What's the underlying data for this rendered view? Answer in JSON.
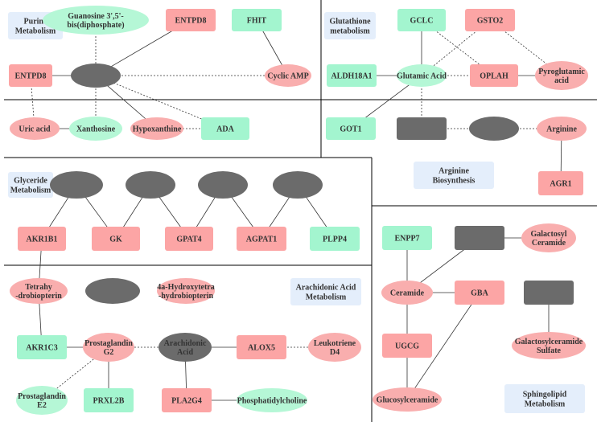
{
  "colors": {
    "protein": "#fca5a5",
    "protein_green": "#a3f5cf",
    "metabolite": "#f9aeae",
    "metabolite_green": "#b5f7d6",
    "unknown": "#6b6b6b",
    "module_bg": "#e4eefb"
  },
  "modules": [
    {
      "id": "purine",
      "lines": [
        "Purine",
        "Metabolism"
      ]
    },
    {
      "id": "glutathione",
      "lines": [
        "Glutathione",
        "metabolism"
      ]
    },
    {
      "id": "arginine",
      "lines": [
        "Arginine",
        "Biosynthesis"
      ]
    },
    {
      "id": "glyceride",
      "lines": [
        "Glyceride",
        "Metabolism"
      ]
    },
    {
      "id": "arachidonic",
      "lines": [
        "Arachidonic Acid",
        "Metabolism"
      ]
    },
    {
      "id": "sphingolipid",
      "lines": [
        "Sphingolipid",
        "Metabolism"
      ]
    }
  ],
  "nodes": [
    {
      "id": "guanosine",
      "lines": [
        "Guanosine 3',5'-",
        "bis(diphosphate)"
      ],
      "shape": "ellipse",
      "color": "green"
    },
    {
      "id": "entpd8_top",
      "lines": [
        "ENTPD8"
      ],
      "shape": "rect",
      "color": "red"
    },
    {
      "id": "fhit",
      "lines": [
        "FHIT"
      ],
      "shape": "rect",
      "color": "green"
    },
    {
      "id": "entpd8_left",
      "lines": [
        "ENTPD8"
      ],
      "shape": "rect",
      "color": "red"
    },
    {
      "id": "purine_hub",
      "lines": [],
      "shape": "ellipse",
      "color": "grey"
    },
    {
      "id": "cyclic_amp",
      "lines": [
        "Cyclic AMP"
      ],
      "shape": "ellipse",
      "color": "red"
    },
    {
      "id": "uric_acid",
      "lines": [
        "Uric acid"
      ],
      "shape": "ellipse",
      "color": "red"
    },
    {
      "id": "xanthosine",
      "lines": [
        "Xanthosine"
      ],
      "shape": "ellipse",
      "color": "green"
    },
    {
      "id": "hypoxanthine",
      "lines": [
        "Hypoxanthine"
      ],
      "shape": "ellipse",
      "color": "red"
    },
    {
      "id": "ada",
      "lines": [
        "ADA"
      ],
      "shape": "rect",
      "color": "green"
    },
    {
      "id": "gclc",
      "lines": [
        "GCLC"
      ],
      "shape": "rect",
      "color": "green"
    },
    {
      "id": "gsto2",
      "lines": [
        "GSTO2"
      ],
      "shape": "rect",
      "color": "red"
    },
    {
      "id": "aldh18a1",
      "lines": [
        "ALDH18A1"
      ],
      "shape": "rect",
      "color": "green"
    },
    {
      "id": "glutamic",
      "lines": [
        "Glutamic Acid"
      ],
      "shape": "ellipse",
      "color": "green"
    },
    {
      "id": "oplah",
      "lines": [
        "OPLAH"
      ],
      "shape": "rect",
      "color": "red"
    },
    {
      "id": "pyroglutamic",
      "lines": [
        "Pyroglutamic",
        "acid"
      ],
      "shape": "ellipse",
      "color": "red"
    },
    {
      "id": "got1",
      "lines": [
        "GOT1"
      ],
      "shape": "rect",
      "color": "green"
    },
    {
      "id": "arg_box",
      "lines": [],
      "shape": "rect",
      "color": "grey"
    },
    {
      "id": "arg_ellipse",
      "lines": [],
      "shape": "ellipse",
      "color": "grey"
    },
    {
      "id": "arginine",
      "lines": [
        "Arginine"
      ],
      "shape": "ellipse",
      "color": "red"
    },
    {
      "id": "agr1",
      "lines": [
        "AGR1"
      ],
      "shape": "rect",
      "color": "red"
    },
    {
      "id": "gly_e1",
      "lines": [],
      "shape": "ellipse",
      "color": "grey"
    },
    {
      "id": "gly_e2",
      "lines": [],
      "shape": "ellipse",
      "color": "grey"
    },
    {
      "id": "gly_e3",
      "lines": [],
      "shape": "ellipse",
      "color": "grey"
    },
    {
      "id": "gly_e4",
      "lines": [],
      "shape": "ellipse",
      "color": "grey"
    },
    {
      "id": "akr1b1",
      "lines": [
        "AKR1B1"
      ],
      "shape": "rect",
      "color": "red"
    },
    {
      "id": "gk",
      "lines": [
        "GK"
      ],
      "shape": "rect",
      "color": "red"
    },
    {
      "id": "gpat4",
      "lines": [
        "GPAT4"
      ],
      "shape": "rect",
      "color": "red"
    },
    {
      "id": "agpat1",
      "lines": [
        "AGPAT1"
      ],
      "shape": "rect",
      "color": "red"
    },
    {
      "id": "plpp4",
      "lines": [
        "PLPP4"
      ],
      "shape": "rect",
      "color": "green"
    },
    {
      "id": "tetrahy",
      "lines": [
        "Tetrahy",
        "-drobiopterin"
      ],
      "shape": "ellipse",
      "color": "red"
    },
    {
      "id": "aa_grey",
      "lines": [],
      "shape": "ellipse",
      "color": "grey"
    },
    {
      "id": "hydroxy",
      "lines": [
        "4a-Hydroxytetra",
        "-hydrobiopterin"
      ],
      "shape": "ellipse",
      "color": "red"
    },
    {
      "id": "akr1c3",
      "lines": [
        "AKR1C3"
      ],
      "shape": "rect",
      "color": "green"
    },
    {
      "id": "pgg2",
      "lines": [
        "Prostaglandin",
        "G2"
      ],
      "shape": "ellipse",
      "color": "red"
    },
    {
      "id": "arachidonic",
      "lines": [
        "Arachidonic",
        "Acid"
      ],
      "shape": "ellipse",
      "color": "grey"
    },
    {
      "id": "alox5",
      "lines": [
        "ALOX5"
      ],
      "shape": "rect",
      "color": "red"
    },
    {
      "id": "ltd4",
      "lines": [
        "Leukotriene",
        "D4"
      ],
      "shape": "ellipse",
      "color": "red"
    },
    {
      "id": "pge2",
      "lines": [
        "Prostaglandin",
        "E2"
      ],
      "shape": "ellipse",
      "color": "green"
    },
    {
      "id": "prxl2b",
      "lines": [
        "PRXL2B"
      ],
      "shape": "rect",
      "color": "green"
    },
    {
      "id": "pla2g4",
      "lines": [
        "PLA2G4"
      ],
      "shape": "rect",
      "color": "red"
    },
    {
      "id": "pc",
      "lines": [
        "Phosphatidylcholine"
      ],
      "shape": "ellipse",
      "color": "green"
    },
    {
      "id": "enpp7",
      "lines": [
        "ENPP7"
      ],
      "shape": "rect",
      "color": "green"
    },
    {
      "id": "sph_box1",
      "lines": [],
      "shape": "rect",
      "color": "grey"
    },
    {
      "id": "galcer",
      "lines": [
        "Galactosyl",
        "Ceramide"
      ],
      "shape": "ellipse",
      "color": "red"
    },
    {
      "id": "ceramide",
      "lines": [
        "Ceramide"
      ],
      "shape": "ellipse",
      "color": "red"
    },
    {
      "id": "gba",
      "lines": [
        "GBA"
      ],
      "shape": "rect",
      "color": "red"
    },
    {
      "id": "sph_box2",
      "lines": [],
      "shape": "rect",
      "color": "grey"
    },
    {
      "id": "ugcg",
      "lines": [
        "UGCG"
      ],
      "shape": "rect",
      "color": "red"
    },
    {
      "id": "galsulf",
      "lines": [
        "Galactosylceramide",
        "Sulfate"
      ],
      "shape": "ellipse",
      "color": "red"
    },
    {
      "id": "glccer",
      "lines": [
        "Glucosylceramide"
      ],
      "shape": "ellipse",
      "color": "red"
    }
  ],
  "edges": [
    {
      "from": "guanosine",
      "to": "purine_hub",
      "style": "dashed"
    },
    {
      "from": "entpd8_left",
      "to": "purine_hub",
      "style": "solid"
    },
    {
      "from": "purine_hub",
      "to": "cyclic_amp",
      "style": "dashed"
    },
    {
      "from": "entpd8_top",
      "to": "purine_hub",
      "style": "solid"
    },
    {
      "from": "fhit",
      "to": "cyclic_amp",
      "style": "solid"
    },
    {
      "from": "entpd8_left",
      "to": "uric_acid",
      "style": "dashed"
    },
    {
      "from": "purine_hub",
      "to": "xanthosine",
      "style": "dashed"
    },
    {
      "from": "uric_acid",
      "to": "xanthosine",
      "style": "solid"
    },
    {
      "from": "hypoxanthine",
      "to": "purine_hub",
      "style": "solid"
    },
    {
      "from": "hypoxanthine",
      "to": "ada",
      "style": "dashed"
    },
    {
      "from": "ada",
      "to": "purine_hub",
      "style": "dashed"
    },
    {
      "from": "gclc",
      "to": "glutamic",
      "style": "solid"
    },
    {
      "from": "gsto2",
      "to": "glutamic",
      "style": "dashed"
    },
    {
      "from": "gsto2",
      "to": "pyroglutamic",
      "style": "dashed"
    },
    {
      "from": "aldh18a1",
      "to": "glutamic",
      "style": "solid"
    },
    {
      "from": "glutamic",
      "to": "oplah",
      "style": "dashed"
    },
    {
      "from": "gclc",
      "to": "oplah",
      "style": "dashed"
    },
    {
      "from": "oplah",
      "to": "pyroglutamic",
      "style": "solid"
    },
    {
      "from": "got1",
      "to": "glutamic",
      "style": "solid"
    },
    {
      "from": "glutamic",
      "to": "arg_box",
      "style": "dashed"
    },
    {
      "from": "arg_box",
      "to": "arg_ellipse",
      "style": "dashed"
    },
    {
      "from": "arg_ellipse",
      "to": "arginine",
      "style": "dashed"
    },
    {
      "from": "arginine",
      "to": "agr1",
      "style": "solid"
    },
    {
      "from": "gly_e1",
      "to": "akr1b1",
      "style": "solid"
    },
    {
      "from": "gly_e1",
      "to": "gk",
      "style": "solid"
    },
    {
      "from": "gly_e2",
      "to": "gk",
      "style": "solid"
    },
    {
      "from": "gly_e2",
      "to": "gpat4",
      "style": "solid"
    },
    {
      "from": "gly_e3",
      "to": "gpat4",
      "style": "solid"
    },
    {
      "from": "gly_e3",
      "to": "agpat1",
      "style": "solid"
    },
    {
      "from": "gly_e4",
      "to": "agpat1",
      "style": "solid"
    },
    {
      "from": "gly_e4",
      "to": "plpp4",
      "style": "solid"
    },
    {
      "from": "akr1b1",
      "to": "tetrahy",
      "style": "solid"
    },
    {
      "from": "tetrahy",
      "to": "akr1c3",
      "style": "solid"
    },
    {
      "from": "akr1c3",
      "to": "pgg2",
      "style": "solid"
    },
    {
      "from": "pgg2",
      "to": "arachidonic",
      "style": "dashed"
    },
    {
      "from": "arachidonic",
      "to": "alox5",
      "style": "solid"
    },
    {
      "from": "alox5",
      "to": "ltd4",
      "style": "dashed"
    },
    {
      "from": "pgg2",
      "to": "pge2",
      "style": "dashed"
    },
    {
      "from": "pgg2",
      "to": "prxl2b",
      "style": "solid"
    },
    {
      "from": "arachidonic",
      "to": "pla2g4",
      "style": "solid"
    },
    {
      "from": "pla2g4",
      "to": "pc",
      "style": "solid"
    },
    {
      "from": "enpp7",
      "to": "ceramide",
      "style": "solid"
    },
    {
      "from": "sph_box1",
      "to": "ceramide",
      "style": "solid"
    },
    {
      "from": "sph_box1",
      "to": "galcer",
      "style": "solid"
    },
    {
      "from": "ceramide",
      "to": "gba",
      "style": "solid"
    },
    {
      "from": "ceramide",
      "to": "ugcg",
      "style": "solid"
    },
    {
      "from": "gba",
      "to": "glccer",
      "style": "solid"
    },
    {
      "from": "ugcg",
      "to": "glccer",
      "style": "solid"
    },
    {
      "from": "sph_box2",
      "to": "galsulf",
      "style": "solid"
    }
  ]
}
